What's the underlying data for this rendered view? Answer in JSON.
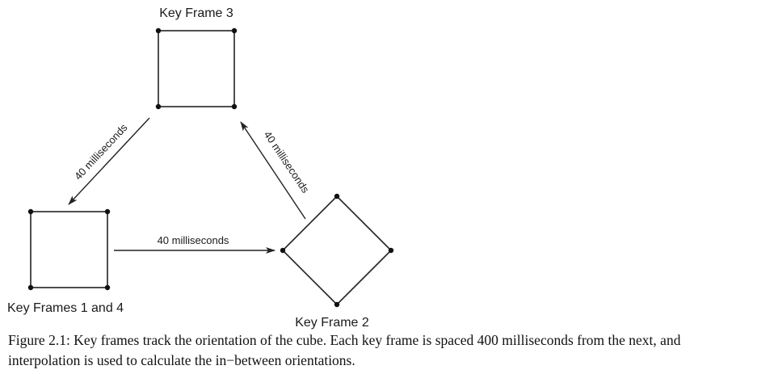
{
  "frames": {
    "frame3_label": "Key Frame 3",
    "frame14_label": "Key Frames 1 and 4",
    "frame2_label": "Key Frame 2"
  },
  "arrows": {
    "frame3_to_frame14": "40 milliseconds",
    "frame14_to_frame2": "40 milliseconds",
    "frame2_to_frame3": "40 milliseconds"
  },
  "caption": "Figure 2.1: Key frames track the orientation of the cube. Each key frame is spaced 400 milliseconds from the next, and interpolation is used to calculate the in−between orientations."
}
